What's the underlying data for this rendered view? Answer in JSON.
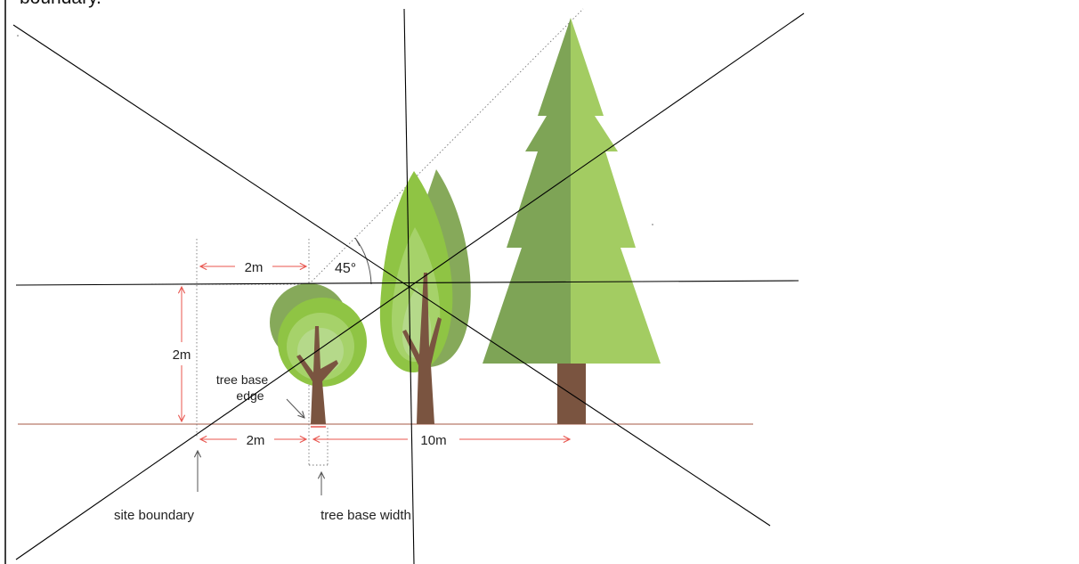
{
  "header_fragment": "boundary.",
  "labels": {
    "top_offset": "2m",
    "angle": "45°",
    "height": "2m",
    "ground_offset": "2m",
    "tree_spacing": "10m",
    "tree_base_edge_line1": "tree base",
    "tree_base_edge_line2": "edge",
    "site_boundary": "site boundary",
    "tree_base_width": "tree base width"
  },
  "colors": {
    "measure": "#e8554e",
    "ground": "#b87a6a",
    "trunk": "#7a5440",
    "pine_dark": "#7ea456",
    "pine_light": "#a3cc62",
    "leaf_dark": "#86a95a",
    "leaf_mid": "#8fc444",
    "leaf_light": "#a6d26a",
    "leaf_pale": "#b5d98a",
    "overlay": "#000000"
  }
}
